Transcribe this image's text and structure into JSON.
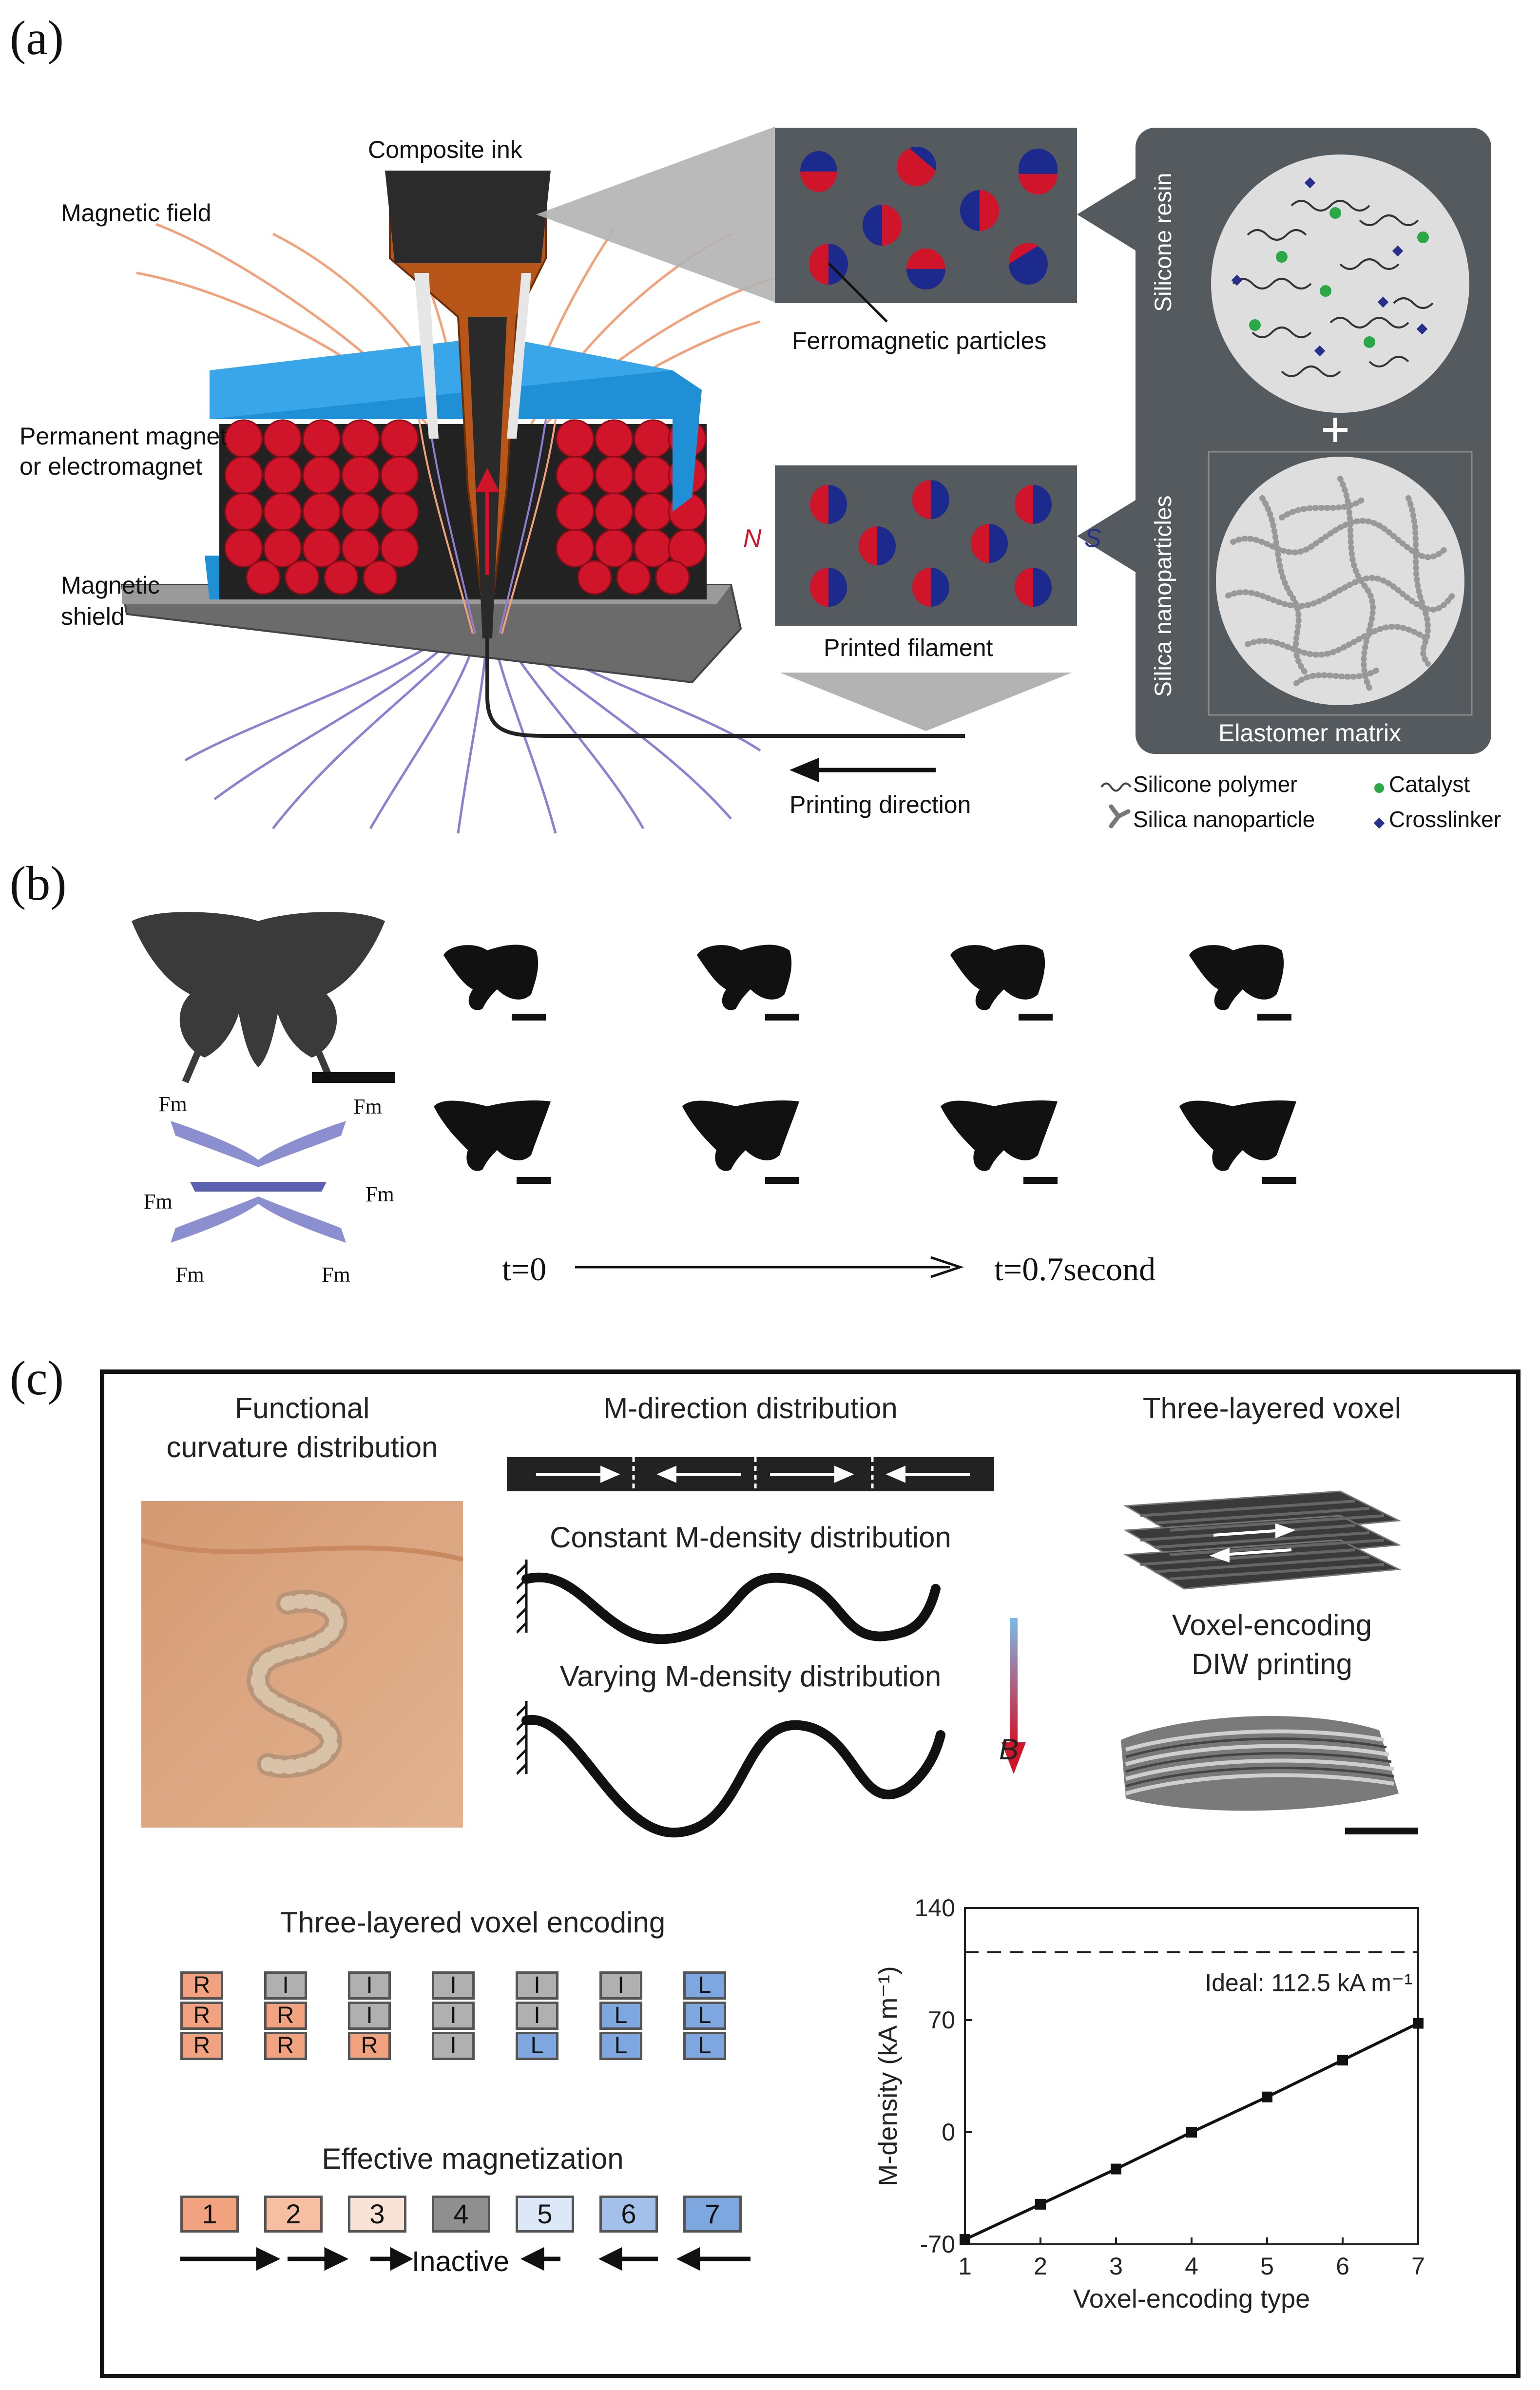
{
  "panel_a": {
    "label": "(a)",
    "composite_ink": "Composite ink",
    "magnetic_field": "Magnetic field",
    "permanent_magnet_line1": "Permanent magnet",
    "permanent_magnet_line2": "or electromagnet",
    "magnetic_shield_line1": "Magnetic",
    "magnetic_shield_line2": "shield",
    "ferromagnetic_particles": "Ferromagnetic particles",
    "pole_n": "N",
    "pole_s": "S",
    "printed_filament": "Printed filament",
    "printing_direction": "Printing direction",
    "silicone_resin": "Silicone resin",
    "silica_nanoparticles": "Silica nanoparticles",
    "plus": "+",
    "elastomer_matrix": "Elastomer matrix",
    "legend": {
      "silicone_polymer": "Silicone polymer",
      "catalyst": "Catalyst",
      "silica_nanoparticle": "Silica nanoparticle",
      "crosslinker": "Crosslinker"
    },
    "colors": {
      "panel_gray": "#555a5f",
      "magnet_red": "#d0152a",
      "magnet_blue": "#1f8fd6",
      "catalyst": "#29a845",
      "crosslinker": "#27318a"
    }
  },
  "panel_b": {
    "label": "(b)",
    "force_labels": [
      "Fm",
      "Fm",
      "Fm",
      "Fm",
      "Fm",
      "Fm"
    ],
    "t_start": "t=0",
    "t_end": "t=0.7second"
  },
  "panel_c": {
    "label": "(c)",
    "functional_line1": "Functional",
    "functional_line2": "curvature distribution",
    "m_direction": "M-direction distribution",
    "constant_density": "Constant M-density distribution",
    "varying_density": "Varying M-density distribution",
    "b_label": "B",
    "three_layered_voxel": "Three-layered voxel",
    "voxel_encoding_line1": "Voxel-encoding",
    "voxel_encoding_line2": "DIW printing",
    "encoding_title": "Three-layered voxel encoding",
    "voxel_columns": [
      [
        "R",
        "R",
        "R"
      ],
      [
        "I",
        "R",
        "R"
      ],
      [
        "I",
        "I",
        "R"
      ],
      [
        "I",
        "I",
        "I"
      ],
      [
        "I",
        "I",
        "L"
      ],
      [
        "I",
        "L",
        "L"
      ],
      [
        "L",
        "L",
        "L"
      ]
    ],
    "effective_title": "Effective magnetization",
    "effective_values": [
      "1",
      "2",
      "3",
      "4",
      "5",
      "6",
      "7"
    ],
    "effective_colors": [
      "#f2a27e",
      "#f6bfa2",
      "#f9e2d6",
      "#8f8f8f",
      "#dce7f7",
      "#a3c0ea",
      "#7ea6df"
    ],
    "inactive": "Inactive"
  },
  "chart_data": {
    "type": "line",
    "xlabel": "Voxel-encoding type",
    "ylabel": "M-density (kA m⁻¹)",
    "x": [
      1,
      2,
      3,
      4,
      5,
      6,
      7
    ],
    "series": [
      {
        "values": [
          -67,
          -45,
          -23,
          0,
          22,
          45,
          68
        ]
      }
    ],
    "xlim": [
      1,
      7
    ],
    "ylim": [
      -70,
      140
    ],
    "xticks": [
      "1",
      "2",
      "3",
      "4",
      "5",
      "6",
      "7"
    ],
    "yticks": [
      "-70",
      "0",
      "70",
      "140"
    ],
    "reference_line": {
      "y": 112.5,
      "label": "Ideal: 112.5 kA m⁻¹"
    }
  }
}
